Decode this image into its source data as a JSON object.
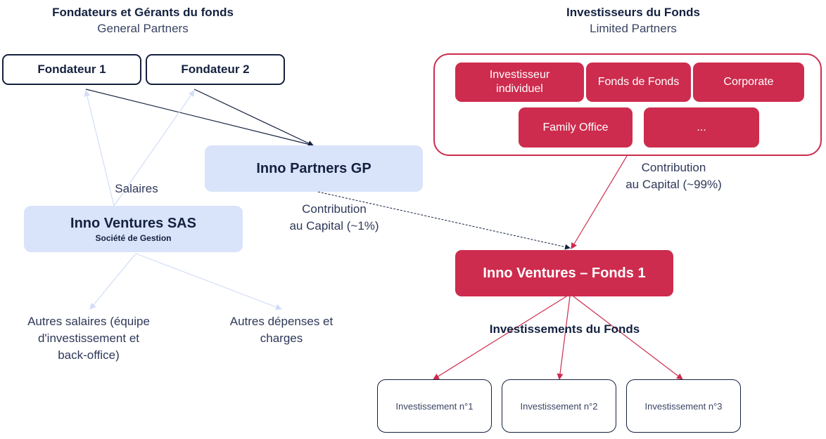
{
  "general_partners": {
    "title": "Fondateurs et Gérants du fonds",
    "subtitle": "General Partners",
    "founders": [
      "Fondateur 1",
      "Fondateur 2"
    ]
  },
  "limited_partners": {
    "title": "Investisseurs du Fonds",
    "subtitle": "Limited Partners",
    "investor_types": [
      "Investisseur individuel",
      "Fonds de Fonds",
      "Corporate",
      "Family Office",
      "..."
    ]
  },
  "gp_entity": {
    "name": "Inno Partners GP"
  },
  "management_company": {
    "name": "Inno Ventures SAS",
    "subtitle": "Société de Gestion"
  },
  "fund": {
    "name": "Inno Ventures – Fonds 1"
  },
  "labels": {
    "salaries": "Salaires",
    "gp_contribution": [
      "Contribution",
      "au Capital (~1%)"
    ],
    "lp_contribution": [
      "Contribution",
      "au Capital (~99%)"
    ],
    "other_salaries": [
      "Autres salaires (équipe",
      "d'investissement et",
      "back-office)"
    ],
    "other_expenses": [
      "Autres dépenses et",
      "charges"
    ],
    "fund_investments_title": "Investissements du Fonds"
  },
  "investments": [
    "Investissement n°1",
    "Investissement n°2",
    "Investissement n°3"
  ],
  "colors": {
    "navy": "#14213f",
    "red": "#cd2c4e",
    "light_blue": "#d9e3fa",
    "light_arrow": "#c9d6f5"
  }
}
